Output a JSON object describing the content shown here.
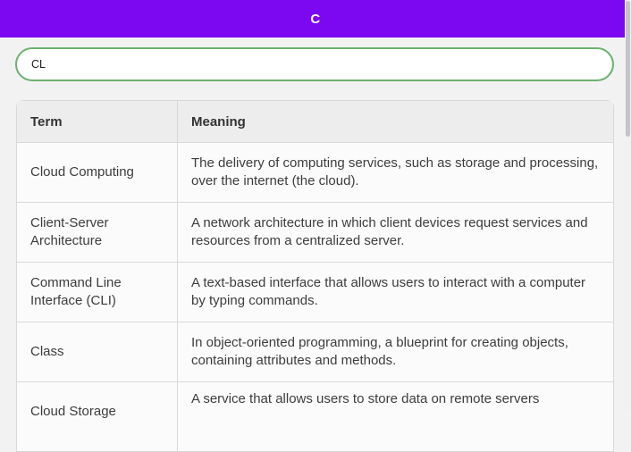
{
  "app": {
    "title": "C"
  },
  "search": {
    "value": "CL"
  },
  "glossary_table": {
    "columns": [
      {
        "label": "Term"
      },
      {
        "label": "Meaning"
      }
    ],
    "rows": [
      {
        "term": "Cloud Computing",
        "meaning": "The delivery of computing services, such as storage and processing, over the internet (the cloud)."
      },
      {
        "term": "Client-Server Architecture",
        "meaning": "A network architecture in which client devices request services and resources from a centralized server."
      },
      {
        "term": "Command Line Interface (CLI)",
        "meaning": "A text-based interface that allows users to interact with a computer by typing commands."
      },
      {
        "term": "Class",
        "meaning": "In object-oriented programming, a blueprint for creating objects, containing attributes and methods."
      },
      {
        "term": "Cloud Storage",
        "meaning": "A service that allows users to store data on remote servers"
      }
    ]
  },
  "colors": {
    "header_purple": "#7B08F0",
    "search_border_green": "#6CB16E",
    "table_header_bg": "#EDEDED",
    "row_bg": "#FBFBFB",
    "border": "#D9D9D9"
  }
}
